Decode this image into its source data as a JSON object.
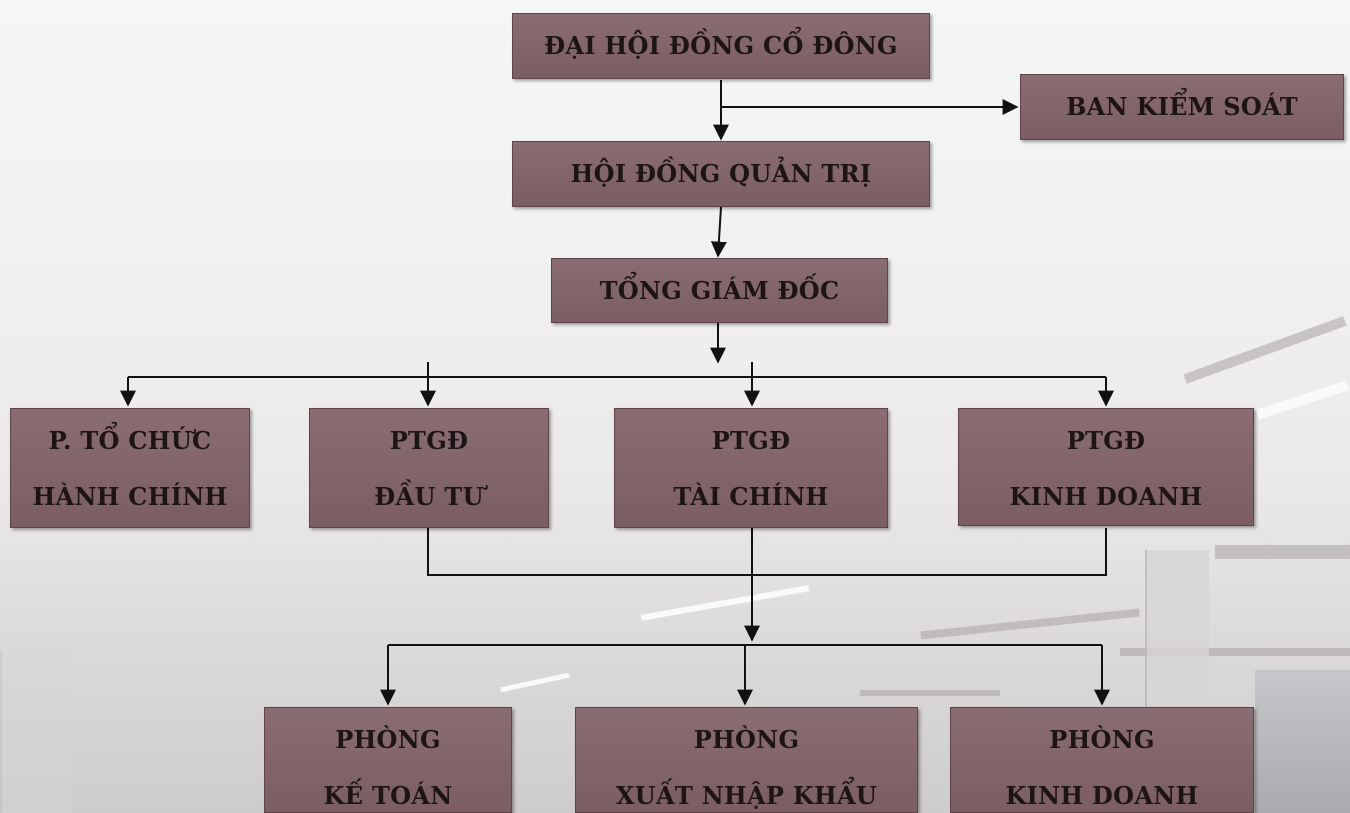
{
  "org_chart": {
    "shareholders": "ĐẠI HỘI ĐỒNG CỔ ĐÔNG",
    "supervisory": "BAN KIỂM SOÁT",
    "board": "HỘI ĐỒNG QUẢN TRỊ",
    "ceo": "TỔNG GIÁM ĐỐC",
    "admin": {
      "line1": "P. TỔ CHỨC",
      "line2": "HÀNH CHÍNH"
    },
    "deputy_invest": {
      "line1": "PTGĐ",
      "line2": "ĐẦU TƯ"
    },
    "deputy_finance": {
      "line1": "PTGĐ",
      "line2": "TÀI CHÍNH"
    },
    "deputy_business": {
      "line1": "PTGĐ",
      "line2": "KINH DOANH"
    },
    "accounting": {
      "line1": "PHÒNG",
      "line2": "KẾ TOÁN"
    },
    "import_export": {
      "line1": "PHÒNG",
      "line2": "XUẤT NHẬP KHẨU"
    },
    "sales": {
      "line1": "PHÒNG",
      "line2": "KINH DOANH"
    }
  },
  "colors": {
    "box_fill": "#7f6168",
    "box_border": "#5e444a",
    "text": "#1d1416",
    "connector": "#111111"
  }
}
